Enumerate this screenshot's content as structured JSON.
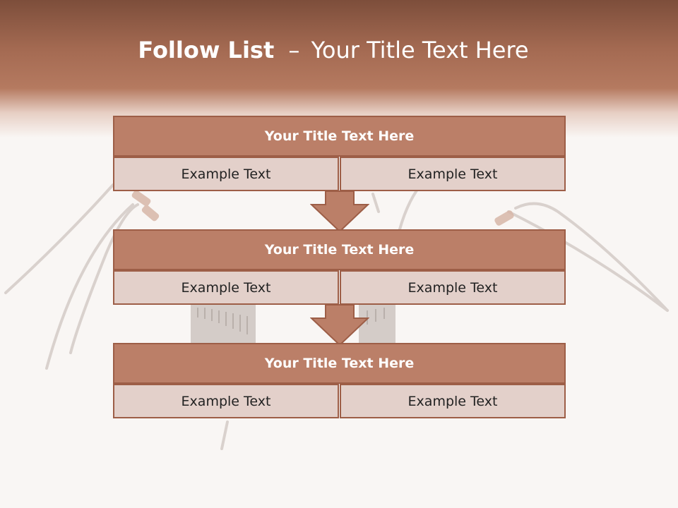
{
  "slide": {
    "title_bold": "Follow List",
    "title_separator": "–",
    "title_rest": "Your Title Text Here"
  },
  "blocks": [
    {
      "title": "Your Title Text Here",
      "left": "Example Text",
      "right": "Example Text"
    },
    {
      "title": "Your Title Text Here",
      "left": "Example Text",
      "right": "Example Text"
    },
    {
      "title": "Your Title Text Here",
      "left": "Example Text",
      "right": "Example Text"
    }
  ],
  "colors": {
    "header_band": "#a46a52",
    "block_title_fill": "#bb7f68",
    "cell_fill": "#e3d0ca",
    "border": "#9d5e47"
  },
  "icons": {
    "background": "circuit-chip-illustration",
    "connector": "down-arrow-icon"
  }
}
